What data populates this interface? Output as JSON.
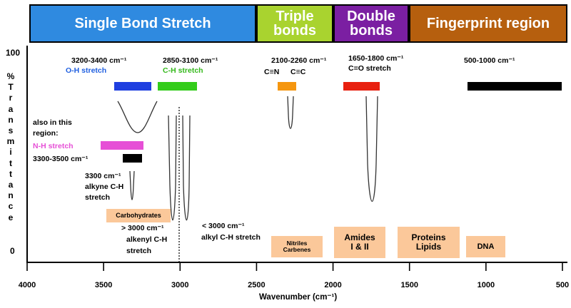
{
  "bands": {
    "single": "Single Bond Stretch",
    "triple_1": "Triple",
    "triple_2": "bonds",
    "double_1": "Double",
    "double_2": "bonds",
    "fingerprint": "Fingerprint region"
  },
  "y_axis": {
    "top_value": "100",
    "bottom_value": "0",
    "label_letters": [
      "%",
      "T",
      "r",
      "a",
      "n",
      "s",
      "m",
      "i",
      "t",
      "t",
      "a",
      "n",
      "c",
      "e"
    ]
  },
  "x_axis": {
    "label": "Wavenumber (cm⁻¹)",
    "ticks": [
      "4000",
      "3500",
      "3000",
      "2500",
      "2000",
      "1500",
      "1000",
      "500"
    ],
    "tick_values": [
      4000,
      3500,
      3000,
      2500,
      2000,
      1500,
      1000,
      500
    ],
    "range": [
      4000,
      500
    ]
  },
  "regions": {
    "oh_range": "3200-3400 cm⁻¹",
    "oh_name": "O-H stretch",
    "ch_range": "2850-3100 cm⁻¹",
    "ch_name": "C-H stretch",
    "triple_range": "2100-2260 cm⁻¹",
    "triple_cn": "C≡N",
    "triple_cc": "C≡C",
    "double_range": "1650-1800 cm⁻¹",
    "double_name": "C=O stretch",
    "finger_range": "500-1000 cm⁻¹"
  },
  "notes": {
    "also_1": "also in this",
    "also_2": "region:",
    "nh_name": "N-H stretch",
    "nh_range": "3300-3500 cm⁻¹",
    "alkyne_1": "3300 cm⁻¹",
    "alkyne_2": "alkyne C-H",
    "alkyne_3": "stretch",
    "alkenyl_1": "> 3000 cm⁻¹",
    "alkenyl_2": "alkenyl C-H",
    "alkenyl_3": "stretch",
    "alkyl_1": "< 3000 cm⁻¹",
    "alkyl_2": "alkyl C-H stretch"
  },
  "boxes": {
    "carbohydrates": "Carbohydrates",
    "nitriles_1": "Nitriles",
    "nitriles_2": "Carbenes",
    "amides_1": "Amides",
    "amides_2": "I & II",
    "proteins_1": "Proteins",
    "proteins_2": "Lipids",
    "dna": "DNA"
  },
  "colors": {
    "oh_bar": "#1f3fe0",
    "ch_bar": "#33cc1a",
    "nh_bar": "#e64fd6",
    "triple_bar": "#f5960f",
    "double_bar": "#e8200f",
    "black_bar": "#000000",
    "oh_text": "#1f5fe0",
    "ch_text": "#33b81a",
    "nh_text": "#e64fd6",
    "label_box": "#fbc89a"
  }
}
